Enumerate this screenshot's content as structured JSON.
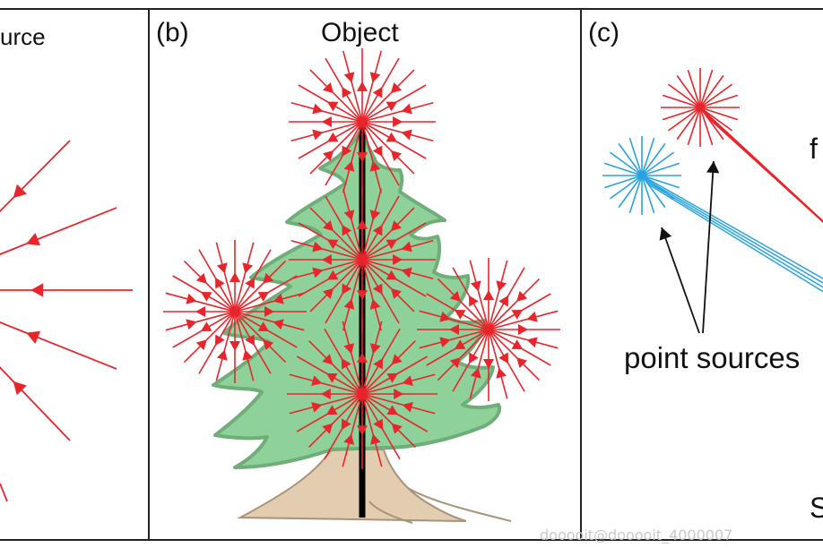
{
  "panels": {
    "a": {
      "title_fragment": "urce"
    },
    "b": {
      "label": "(b)",
      "title": "Object"
    },
    "c": {
      "label": "(c)",
      "annotation": "point sources",
      "edge_letter_top": "f",
      "edge_letter_bottom": "S"
    }
  },
  "watermark": "dooooit@dooooit_4000007",
  "colors": {
    "ray_red": "#e8252b",
    "ray_blue": "#29a3dd",
    "tree_fill": "#8fd19a",
    "tree_stroke": "#6fae78",
    "trunk_fill": "#e3cdb1",
    "trunk_stroke": "#a89378",
    "trunk_line": "#000000",
    "frame": "#222222",
    "arrow_black": "#111111"
  }
}
